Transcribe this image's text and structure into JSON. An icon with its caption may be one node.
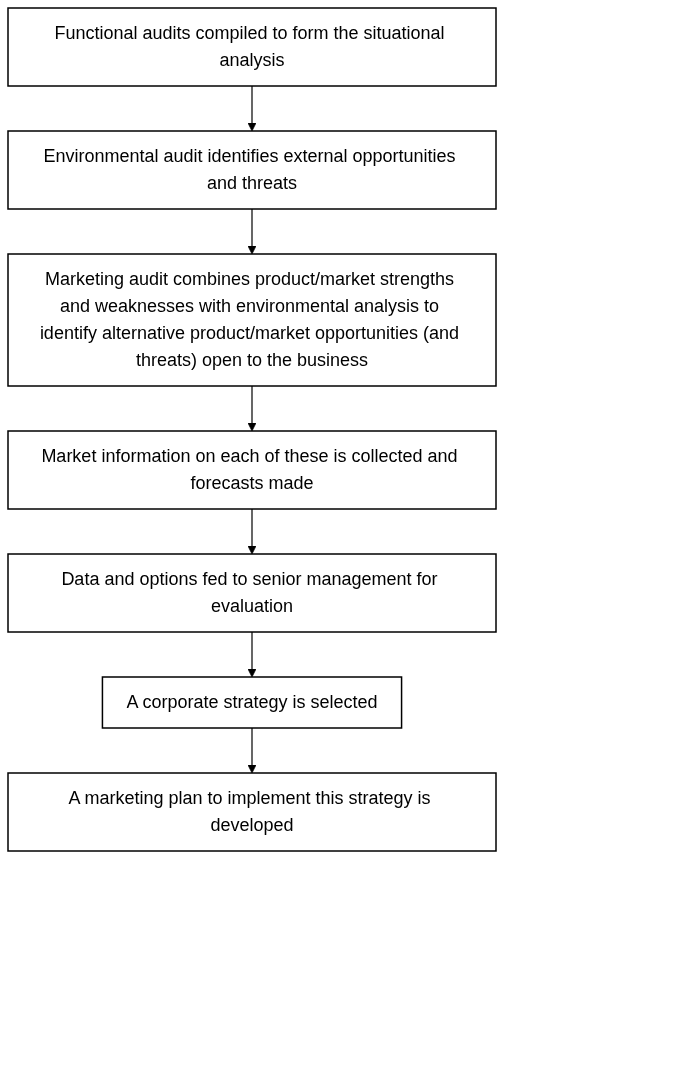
{
  "diagram": {
    "nodes": [
      {
        "text": [
          "Functional audits compiled to form the situational analysis"
        ]
      },
      {
        "text": [
          "Environmental audit identifies external opportunities and threats"
        ]
      },
      {
        "text": [
          "Marketing audit combines product/market strengths and weaknesses with environmental analysis to identify alternative product/market opportunities (and threats) open to the business"
        ]
      },
      {
        "text": [
          "Market information on each of these is collected and forecasts made"
        ]
      },
      {
        "text": [
          "Data and options fed to senior management for evaluation"
        ]
      },
      {
        "text": [
          "A corporate strategy is selected"
        ]
      },
      {
        "text": [
          "A marketing plan to implement this strategy is developed"
        ]
      }
    ],
    "edges": [
      {
        "from": 0,
        "to": 1,
        "arrow": "to"
      },
      {
        "from": 1,
        "to": 2,
        "arrow": "to"
      },
      {
        "from": 2,
        "to": 3,
        "arrow": "to"
      },
      {
        "from": 3,
        "to": 4,
        "arrow": "to"
      },
      {
        "from": 4,
        "to": 5,
        "arrow": "to"
      },
      {
        "from": 5,
        "to": 6,
        "arrow": "to"
      }
    ]
  }
}
